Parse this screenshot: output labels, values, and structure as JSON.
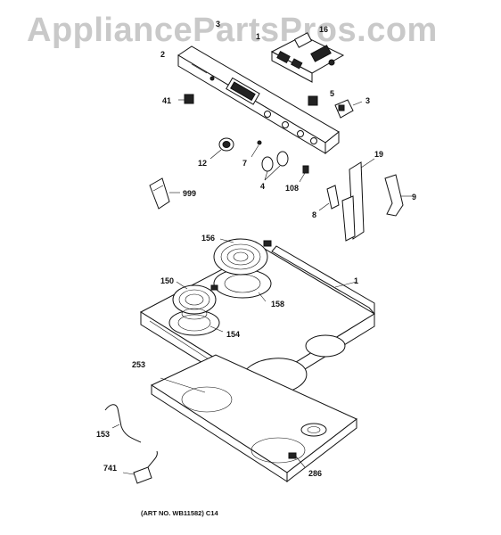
{
  "watermark": "AppliancePartsPros.com",
  "callouts": {
    "c3a": "3",
    "c1a": "1",
    "c16": "16",
    "c2": "2",
    "c41": "41",
    "c5": "5",
    "c3b": "3",
    "c12": "12",
    "c7": "7",
    "c4": "4",
    "c108": "108",
    "c19": "19",
    "c999": "999",
    "c8": "8",
    "c9": "9",
    "c156": "156",
    "c150": "150",
    "c158": "158",
    "c1b": "1",
    "c154": "154",
    "c253": "253",
    "c153": "153",
    "c741": "741",
    "c286": "286"
  },
  "caption": "(ART NO. WB11582) C14"
}
